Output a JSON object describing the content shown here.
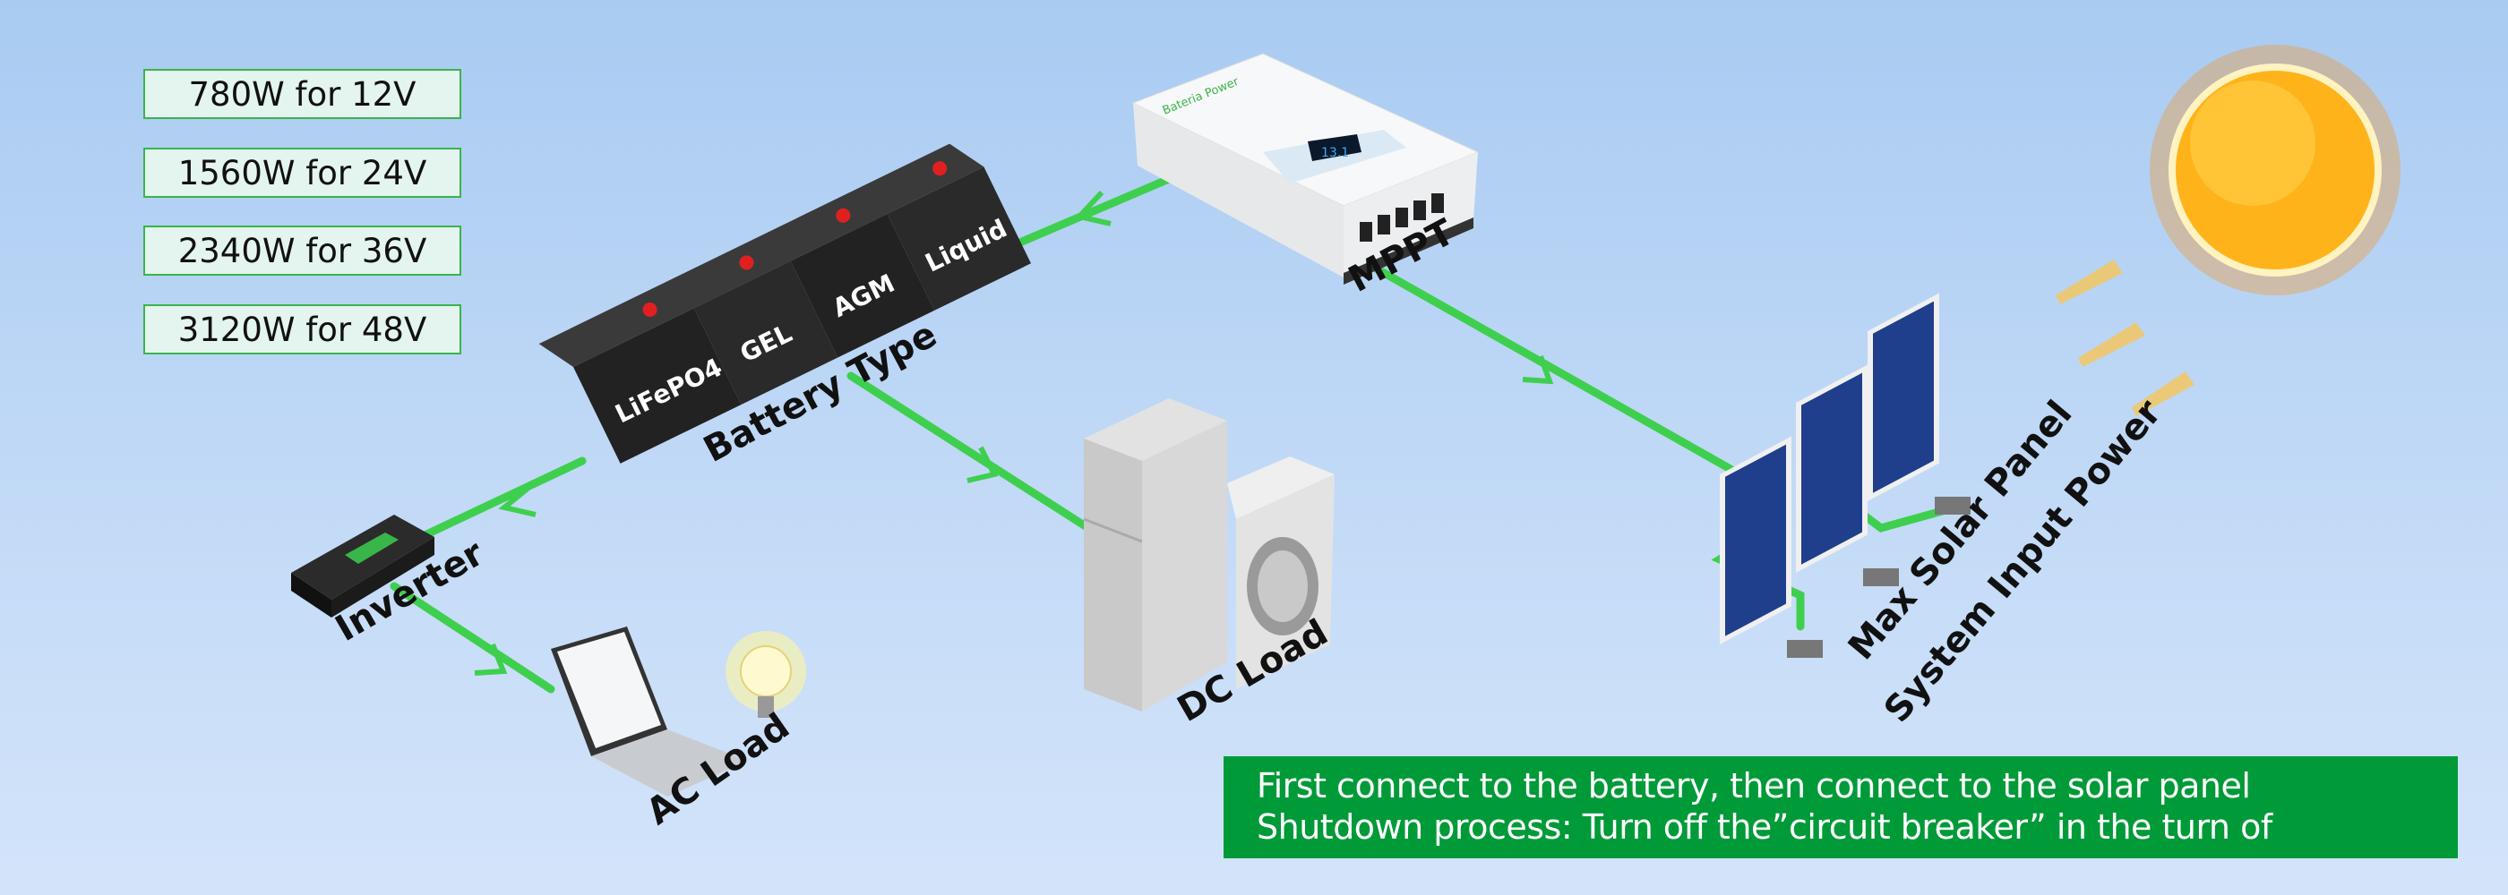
{
  "specs": [
    "780W for 12V",
    "1560W for 24V",
    "2340W for 36V",
    "3120W for 48V"
  ],
  "battery_types": [
    "LiFePO4",
    "GEL",
    "AGM",
    "Liquid"
  ],
  "labels": {
    "mppt": "MPPT",
    "battery_type": "Battery Type",
    "inverter": "Inverter",
    "ac_load": "AC Load",
    "dc_load": "DC Load",
    "max_solar": "Max Solar Panel",
    "system_input": "System Input Power"
  },
  "mppt_brand": "Bateria Power",
  "mppt_display": "13.1",
  "note": {
    "line1": "First connect to the battery, then connect to the solar panel",
    "line2": "Shutdown process: Turn off the”circuit breaker” in the turn of"
  },
  "colors": {
    "wire": "#3fcf4e",
    "note_bg": "#009a38",
    "spec_border": "#39b54a"
  }
}
